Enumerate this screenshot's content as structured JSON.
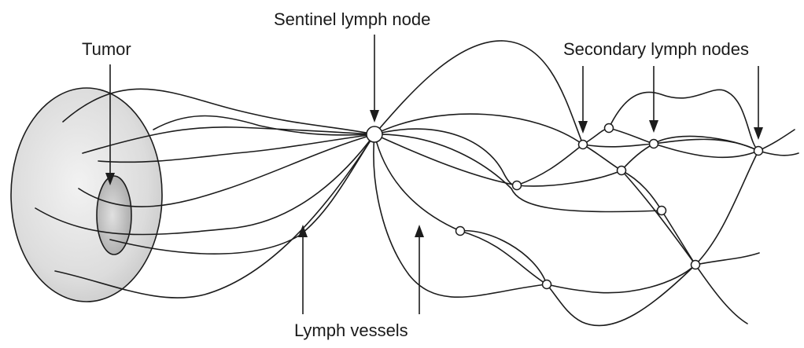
{
  "labels": {
    "tumor": "Tumor",
    "sentinel": "Sentinel lymph node",
    "secondary": "Secondary lymph nodes",
    "vessels": "Lymph vessels"
  },
  "colors": {
    "ink": "#1c1c1c",
    "tissue_fill": "#d9d9d9",
    "tumor_fill": "#bdbdbd",
    "node_fill": "#ffffff"
  }
}
